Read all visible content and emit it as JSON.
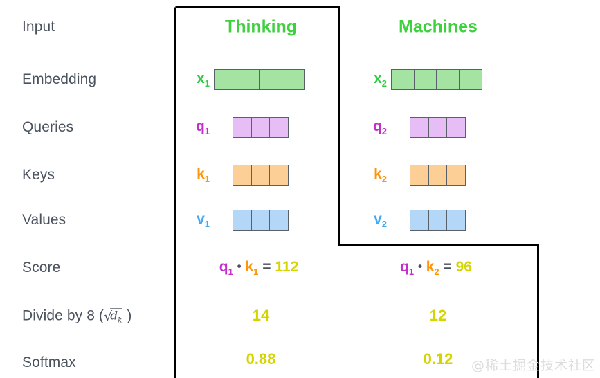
{
  "figure": {
    "title_row_labels": [
      "Input",
      "Embedding",
      "Queries",
      "Keys",
      "Values",
      "Score",
      "Divide by 8 (",
      "Softmax"
    ],
    "divide_label_prefix": "Divide by 8 (",
    "divide_label_suffix": ")",
    "divide_radicand": "d",
    "divide_radicand_sub": "k",
    "sqrt_glyph": "√"
  },
  "rows": [
    {
      "label": "Input"
    },
    {
      "label": "Embedding"
    },
    {
      "label": "Queries"
    },
    {
      "label": "Keys"
    },
    {
      "label": "Values"
    },
    {
      "label": "Score"
    },
    {
      "label": "Softmax"
    }
  ],
  "columns": [
    {
      "header": "Thinking"
    },
    {
      "header": "Machines"
    }
  ],
  "vectors": {
    "embedding": [
      {
        "symbol": "x",
        "sub": "1",
        "cells": 4,
        "color": "#a4e3a2",
        "border": "#5a6068"
      },
      {
        "symbol": "x",
        "sub": "2",
        "cells": 4,
        "color": "#a4e3a2",
        "border": "#5a6068"
      }
    ],
    "queries": [
      {
        "symbol": "q",
        "sub": "1",
        "cells": 3,
        "color": "#e6bdf5",
        "border": "#5a6068"
      },
      {
        "symbol": "q",
        "sub": "2",
        "cells": 3,
        "color": "#e6bdf5",
        "border": "#5a6068"
      }
    ],
    "keys": [
      {
        "symbol": "k",
        "sub": "1",
        "cells": 3,
        "color": "#fbcf96",
        "border": "#5a6068"
      },
      {
        "symbol": "k",
        "sub": "2",
        "cells": 3,
        "color": "#fbcf96",
        "border": "#5a6068"
      }
    ],
    "values": [
      {
        "symbol": "v",
        "sub": "1",
        "cells": 3,
        "color": "#b4d7f8",
        "border": "#5a6068"
      },
      {
        "symbol": "v",
        "sub": "2",
        "cells": 3,
        "color": "#b4d7f8",
        "border": "#5a6068"
      }
    ]
  },
  "score": [
    {
      "left_symbol": "q",
      "left_sub": "1",
      "operator": "•",
      "right_symbol": "k",
      "right_sub": "1",
      "equals": "=",
      "result": "112"
    },
    {
      "left_symbol": "q",
      "left_sub": "1",
      "operator": "•",
      "right_symbol": "k",
      "right_sub": "2",
      "equals": "=",
      "result": "96"
    }
  ],
  "divided": [
    "14",
    "12"
  ],
  "softmax": [
    "0.88",
    "0.12"
  ],
  "colors": {
    "label_gray": "#4a525e",
    "header_green": "#3fd03f",
    "symbol_green": "#2ecc40",
    "symbol_purple": "#c32ecb",
    "symbol_orange": "#ff9408",
    "symbol_blue": "#3fa9f5",
    "number_yellow": "#d4d400",
    "outline_black": "#000000",
    "cell_green": "#a4e3a2",
    "cell_purple": "#e6bdf5",
    "cell_orange": "#fbcf96",
    "cell_blue": "#b4d7f8",
    "cell_border": "#5a6068",
    "watermark_gray": "#dcdcdc",
    "background": "#ffffff"
  },
  "watermark": {
    "text": "@稀土掘金技术社区"
  }
}
